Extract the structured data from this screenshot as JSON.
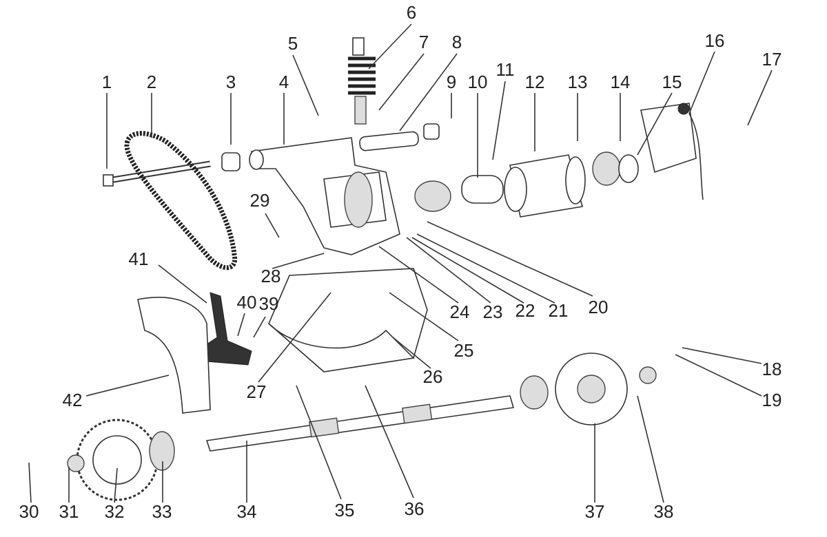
{
  "diagram": {
    "title": "Rear swing arm exploded parts diagram",
    "labels": [
      "1",
      "2",
      "3",
      "4",
      "5",
      "6",
      "7",
      "8",
      "9",
      "10",
      "11",
      "12",
      "13",
      "14",
      "15",
      "16",
      "17",
      "18",
      "19",
      "20",
      "21",
      "22",
      "23",
      "24",
      "25",
      "26",
      "27",
      "28",
      "29",
      "30",
      "31",
      "32",
      "33",
      "34",
      "35",
      "36",
      "37",
      "38",
      "39",
      "40",
      "41",
      "42"
    ]
  }
}
